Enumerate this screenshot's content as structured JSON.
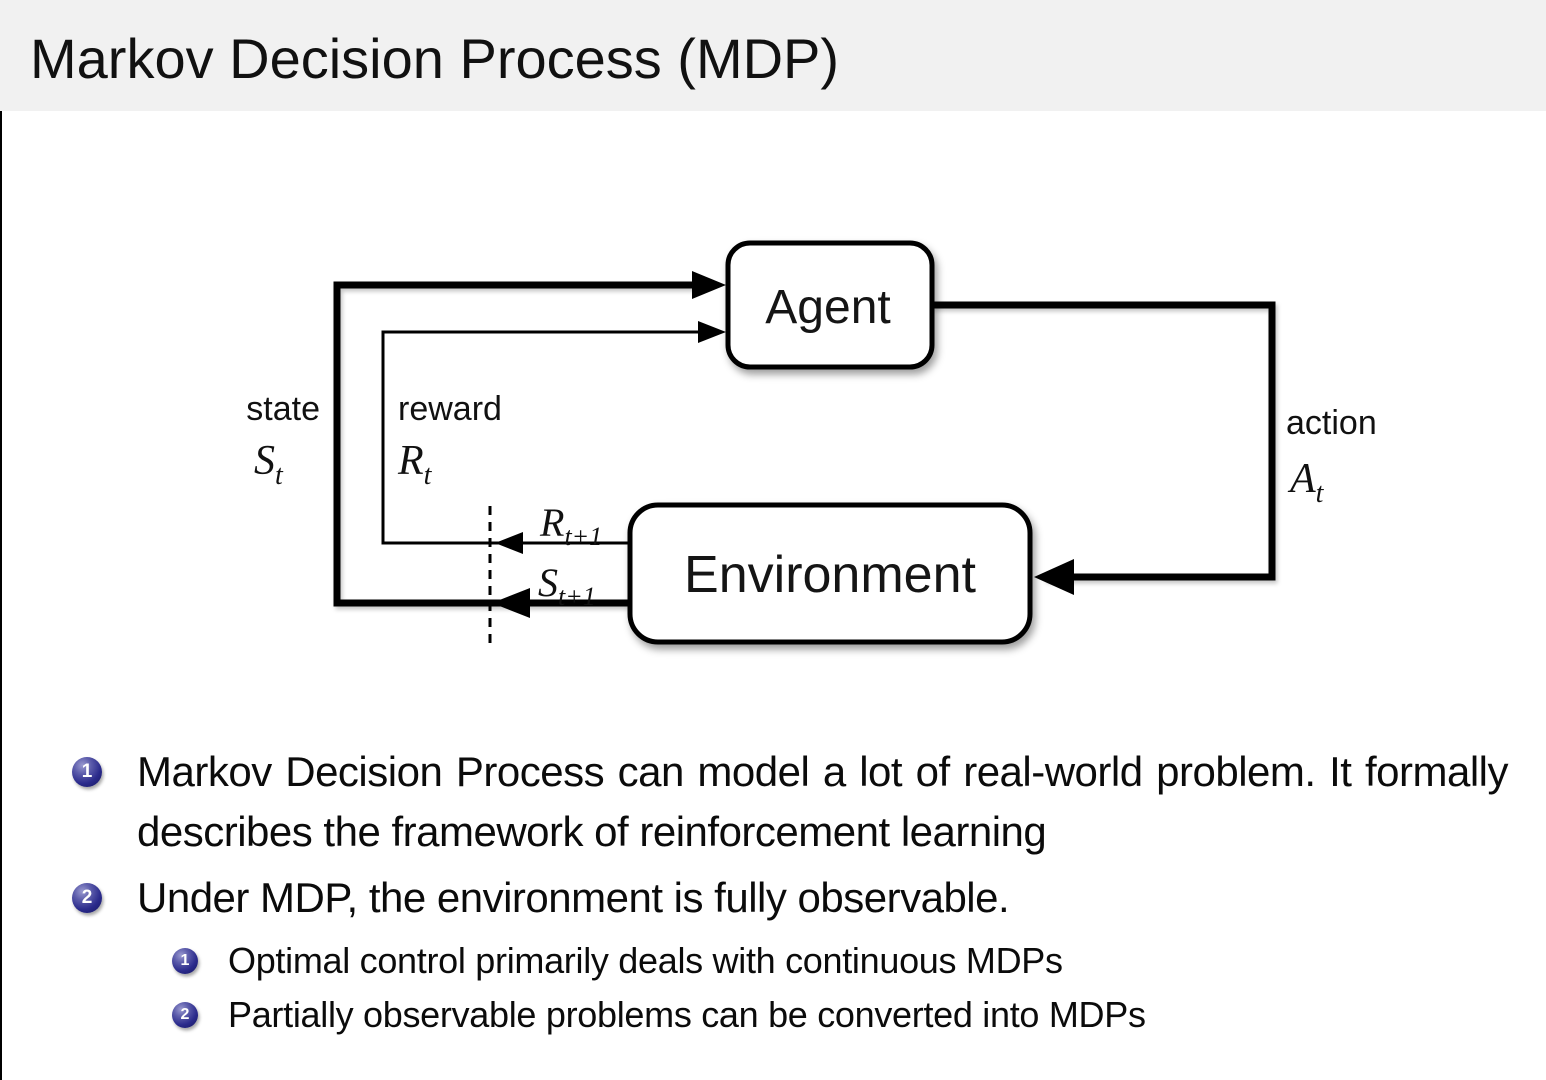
{
  "slide": {
    "title": "Markov Decision Process (MDP)"
  },
  "diagram": {
    "agent_label": "Agent",
    "environment_label": "Environment",
    "state_word": "state",
    "state_symbol": {
      "base": "S",
      "sub": "t"
    },
    "reward_word": "reward",
    "reward_symbol": {
      "base": "R",
      "sub": "t"
    },
    "action_word": "action",
    "action_symbol": {
      "base": "A",
      "sub": "t"
    },
    "next_reward_symbol": {
      "base": "R",
      "sub": "t+1"
    },
    "next_state_symbol": {
      "base": "S",
      "sub": "t+1"
    }
  },
  "bullets": [
    {
      "marker": "1",
      "text": "Markov Decision Process can model a lot of real-world problem. It formally describes the framework of reinforcement learning"
    },
    {
      "marker": "2",
      "text": "Under MDP, the environment is fully observable.",
      "children": [
        {
          "marker": "1",
          "text": "Optimal control primarily deals with continuous MDPs"
        },
        {
          "marker": "2",
          "text": "Partially observable problems can be converted into MDPs"
        }
      ]
    }
  ],
  "colors": {
    "header_bg": "#f1f1f1",
    "text": "#0b0b0b",
    "ball_navy": "#2b2b8c",
    "diagram_stroke": "#000000"
  }
}
